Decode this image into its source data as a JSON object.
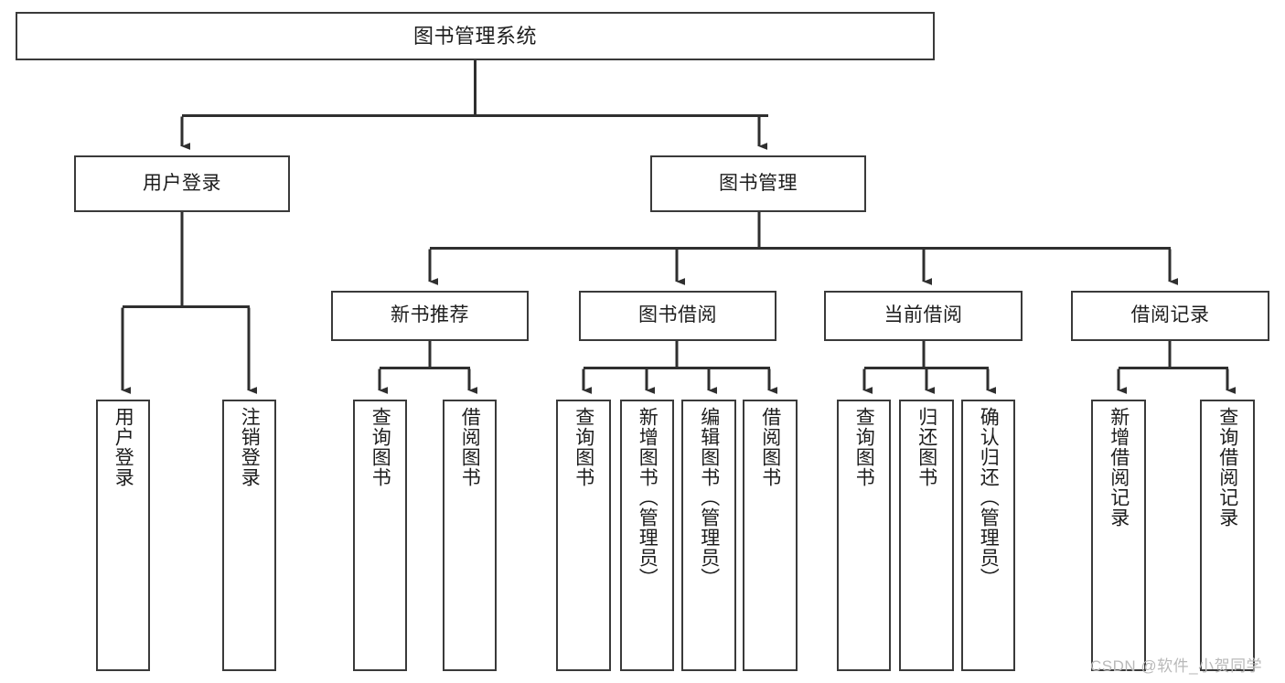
{
  "diagram": {
    "title": "图书管理系统",
    "type": "tree",
    "watermark": "CSDN @软件_小贺同学",
    "colors": {
      "border": "#3a3a3a",
      "background": "#ffffff",
      "text": "#1d1d1d",
      "connector": "#2f2f2f",
      "watermark": "#b9b9b9"
    },
    "root": {
      "label": "图书管理系统"
    },
    "level2": [
      {
        "label": "用户登录"
      },
      {
        "label": "图书管理"
      }
    ],
    "level3": [
      {
        "label": "新书推荐"
      },
      {
        "label": "图书借阅"
      },
      {
        "label": "当前借阅"
      },
      {
        "label": "借阅记录"
      }
    ],
    "leaves": {
      "user_login": [
        {
          "label": "用户登录"
        },
        {
          "label": "注销登录"
        }
      ],
      "new_book_recommend": [
        {
          "label": "查询图书"
        },
        {
          "label": "借阅图书"
        }
      ],
      "book_borrow": [
        {
          "label": "查询图书"
        },
        {
          "label": "新增图书（管理员）"
        },
        {
          "label": "编辑图书（管理员）"
        },
        {
          "label": "借阅图书"
        }
      ],
      "current_borrow": [
        {
          "label": "查询图书"
        },
        {
          "label": "归还图书"
        },
        {
          "label": "确认归还（管理员）"
        }
      ],
      "borrow_record": [
        {
          "label": "新增借阅记录"
        },
        {
          "label": "查询借阅记录"
        }
      ]
    }
  }
}
